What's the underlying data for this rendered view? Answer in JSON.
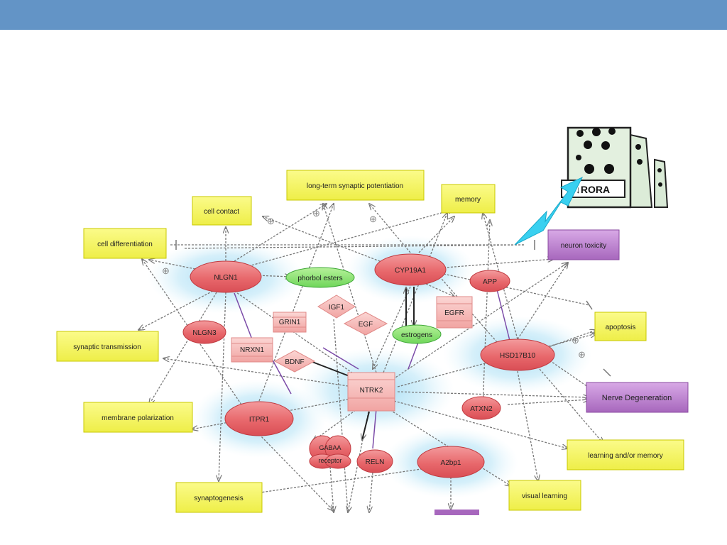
{
  "colors": {
    "top_bar": "#6394c6",
    "process_fill": "#fafa6e",
    "process_stroke": "#c8c800",
    "gene_fill": "#e8686c",
    "gene_stroke": "#c0393f",
    "chem_fill": "#8ee276",
    "chem_stroke": "#3fa838",
    "disease_fill": "#b877c9",
    "glow": "#bfe6f6",
    "edge": "#777777",
    "edge_purple": "#7b4ba8",
    "lightning": "#39d0f0"
  },
  "processes": {
    "long_term_potentiation": "long-term synaptic potentiation",
    "cell_contact": "cell contact",
    "memory": "memory",
    "cell_differentiation": "cell differentiation",
    "synaptic_transmission": "synaptic transmission",
    "apoptosis": "apoptosis",
    "membrane_polarization": "membrane polarization",
    "learning_memory": "learning and/or memory",
    "synaptogenesis": "synaptogenesis",
    "visual_learning": "visual learning"
  },
  "diseases": {
    "neuron_toxicity": "neuron toxicity",
    "nerve_degeneration": "Nerve Degeneration"
  },
  "genes": {
    "nlgn1": "NLGN1",
    "cyp19a1": "CYP19A1",
    "app": "APP",
    "nlgn3": "NLGN3",
    "hsd17b10": "HSD17B10",
    "itpr1": "ITPR1",
    "atxn2": "ATXN2",
    "gabaa_line1": "GABAA",
    "gabaa_line2": "receptor",
    "reln": "RELN",
    "a2bp1": "A2bp1",
    "grin1": "GRIN1",
    "nrxn1": "NRXN1",
    "egfr": "EGFR",
    "ntrk2": "NTRK2",
    "igf1": "IGF1",
    "egf": "EGF",
    "bdnf": "BDNF"
  },
  "chemicals": {
    "phorbol_esters": "phorbol esters",
    "estrogens": "estrogens"
  },
  "rora_label": "↓RORA",
  "plus_sign": "⊕"
}
